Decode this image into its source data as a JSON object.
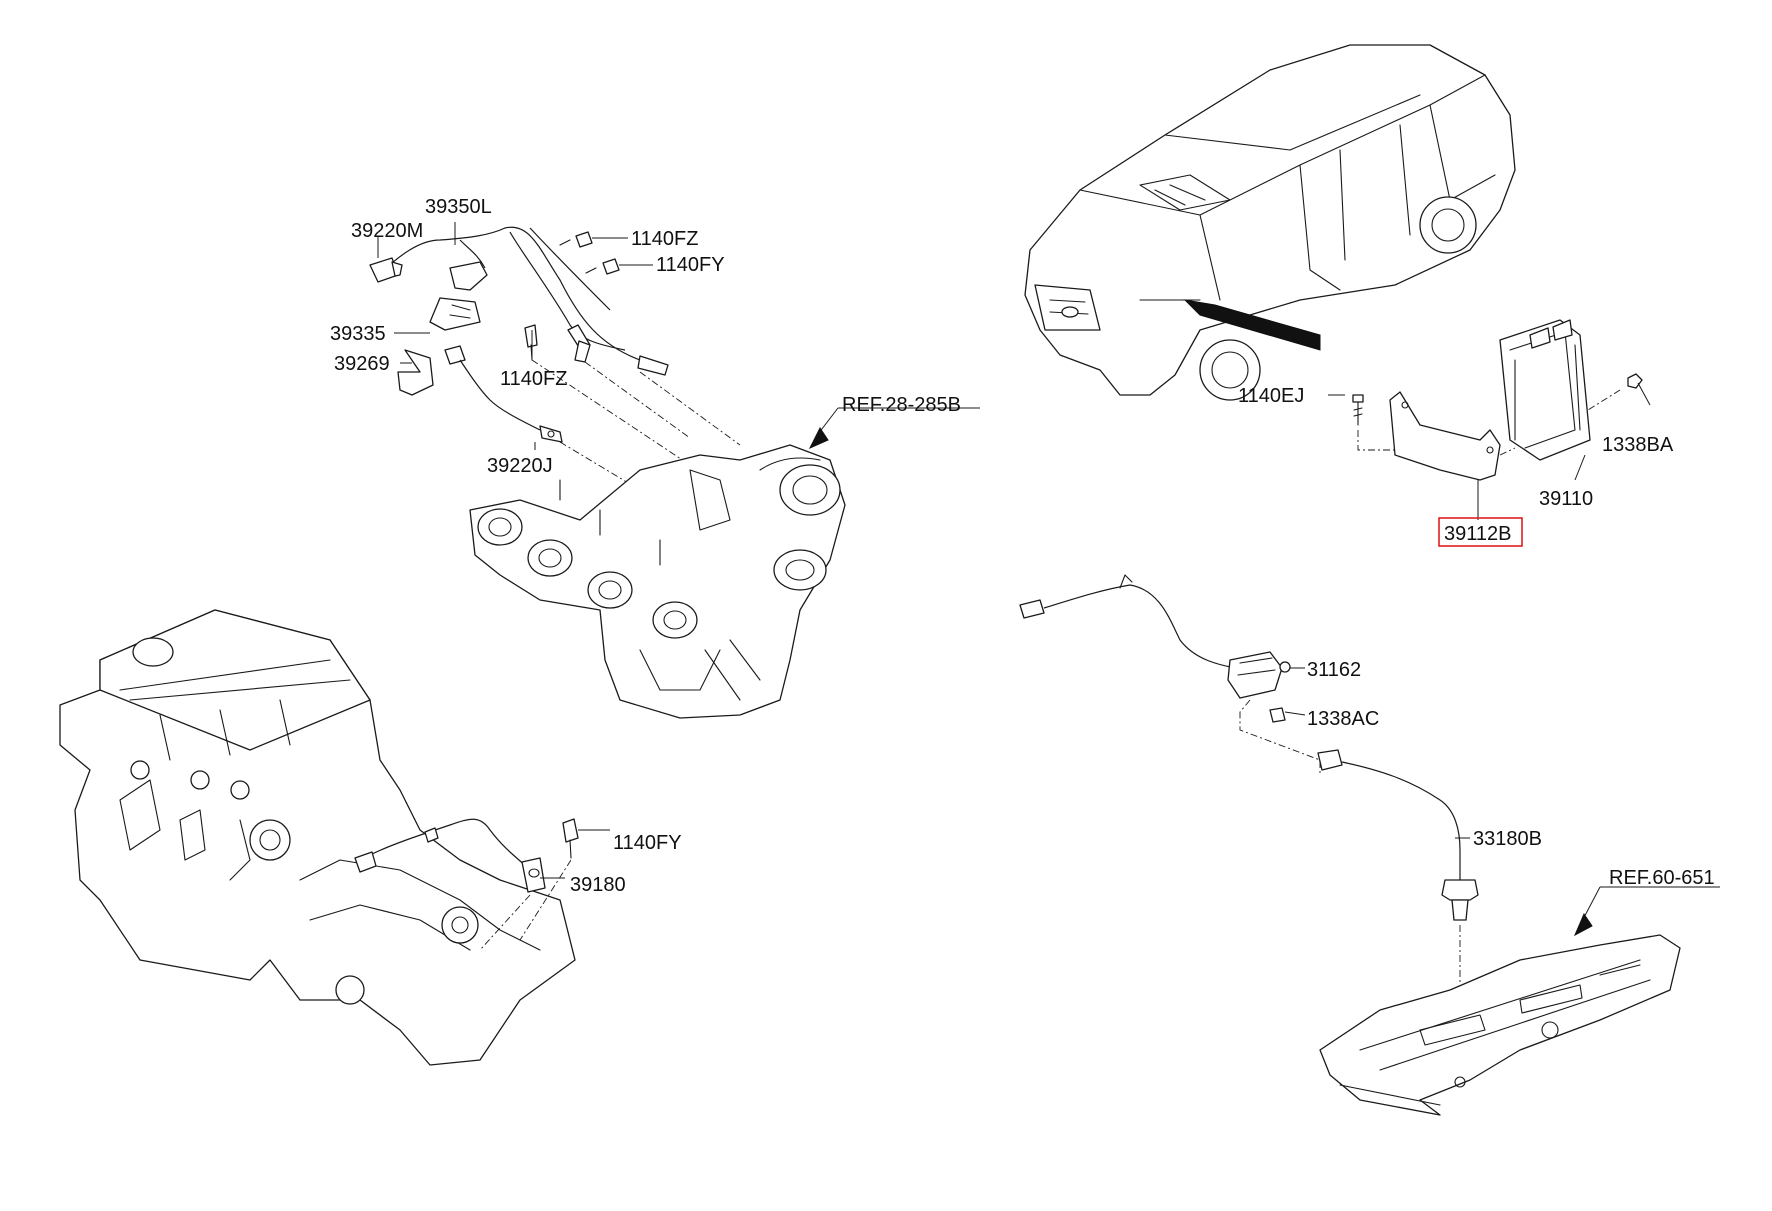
{
  "colors": {
    "line": "#1a1a1a",
    "highlight": "#e0201e",
    "background": "#ffffff"
  },
  "labels": {
    "l_39350L": "39350L",
    "l_39220M": "39220M",
    "l_1140FZ_a": "1140FZ",
    "l_1140FY_a": "1140FY",
    "l_39335": "39335",
    "l_39269": "39269",
    "l_1140FZ_b": "1140FZ",
    "l_39220J": "39220J",
    "l_ref28": "REF.28-285B",
    "l_1140EJ": "1140EJ",
    "l_1338BA": "1338BA",
    "l_39110": "39110",
    "l_39112B": "39112B",
    "l_31162": "31162",
    "l_1338AC": "1338AC",
    "l_33180B": "33180B",
    "l_ref60": "REF.60-651",
    "l_1140FY_b": "1140FY",
    "l_39180": "39180"
  },
  "highlighted_part": "39112B"
}
